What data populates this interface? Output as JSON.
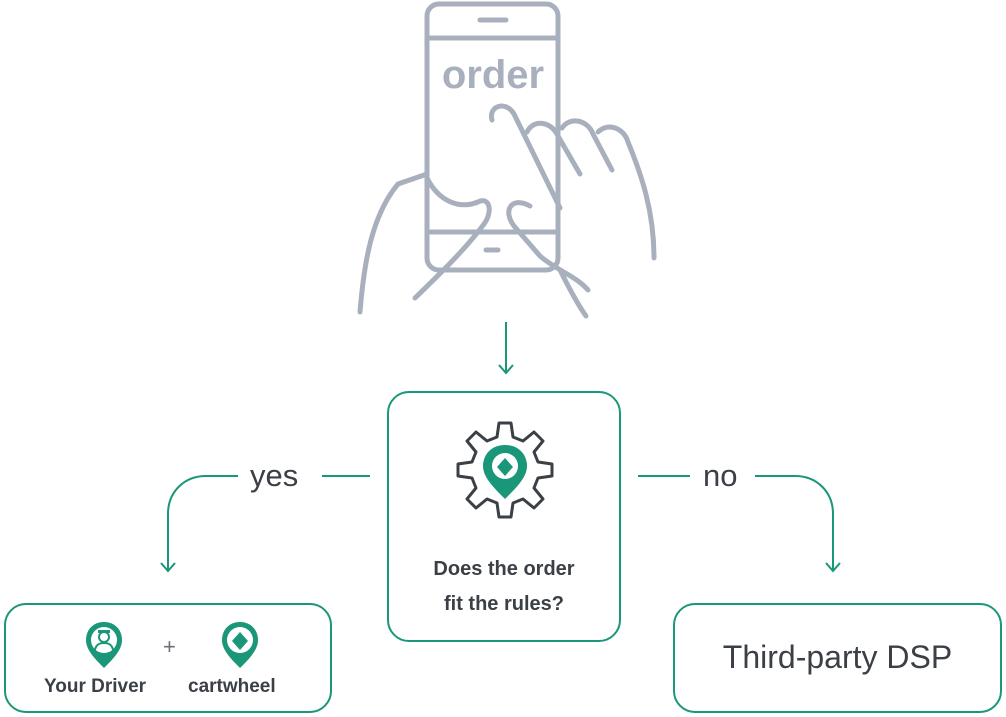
{
  "phone": {
    "screen_text": "order"
  },
  "decision": {
    "line1": "Does the order",
    "line2": "fit the rules?"
  },
  "branches": {
    "yes_label": "yes",
    "no_label": "no"
  },
  "left_box": {
    "driver_label": "Your Driver",
    "plus": "+",
    "brand_label": "cartwheel"
  },
  "right_box": {
    "label": "Third-party DSP"
  },
  "colors": {
    "accent": "#1a9678",
    "outline": "#a9b0bd",
    "text": "#3b3f46"
  },
  "icons": [
    "phone-icon",
    "hand-icon",
    "gear-icon",
    "location-pin-icon",
    "driver-pin-icon",
    "cartwheel-pin-icon"
  ]
}
